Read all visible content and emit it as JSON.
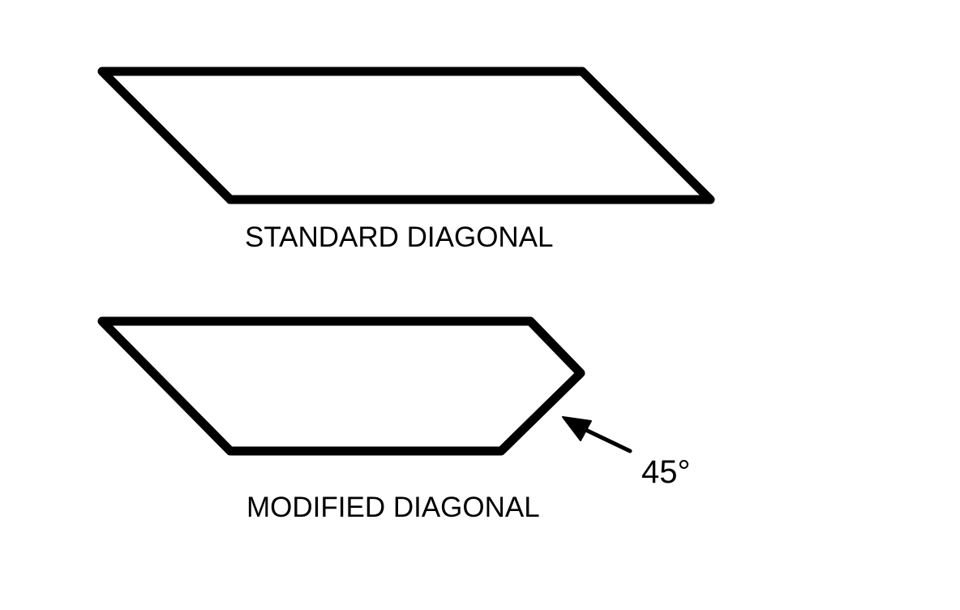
{
  "diagram": {
    "standard": {
      "label": "STANDARD DIAGONAL"
    },
    "modified": {
      "label": "MODIFIED DIAGONAL",
      "angle_label": "45°"
    }
  }
}
